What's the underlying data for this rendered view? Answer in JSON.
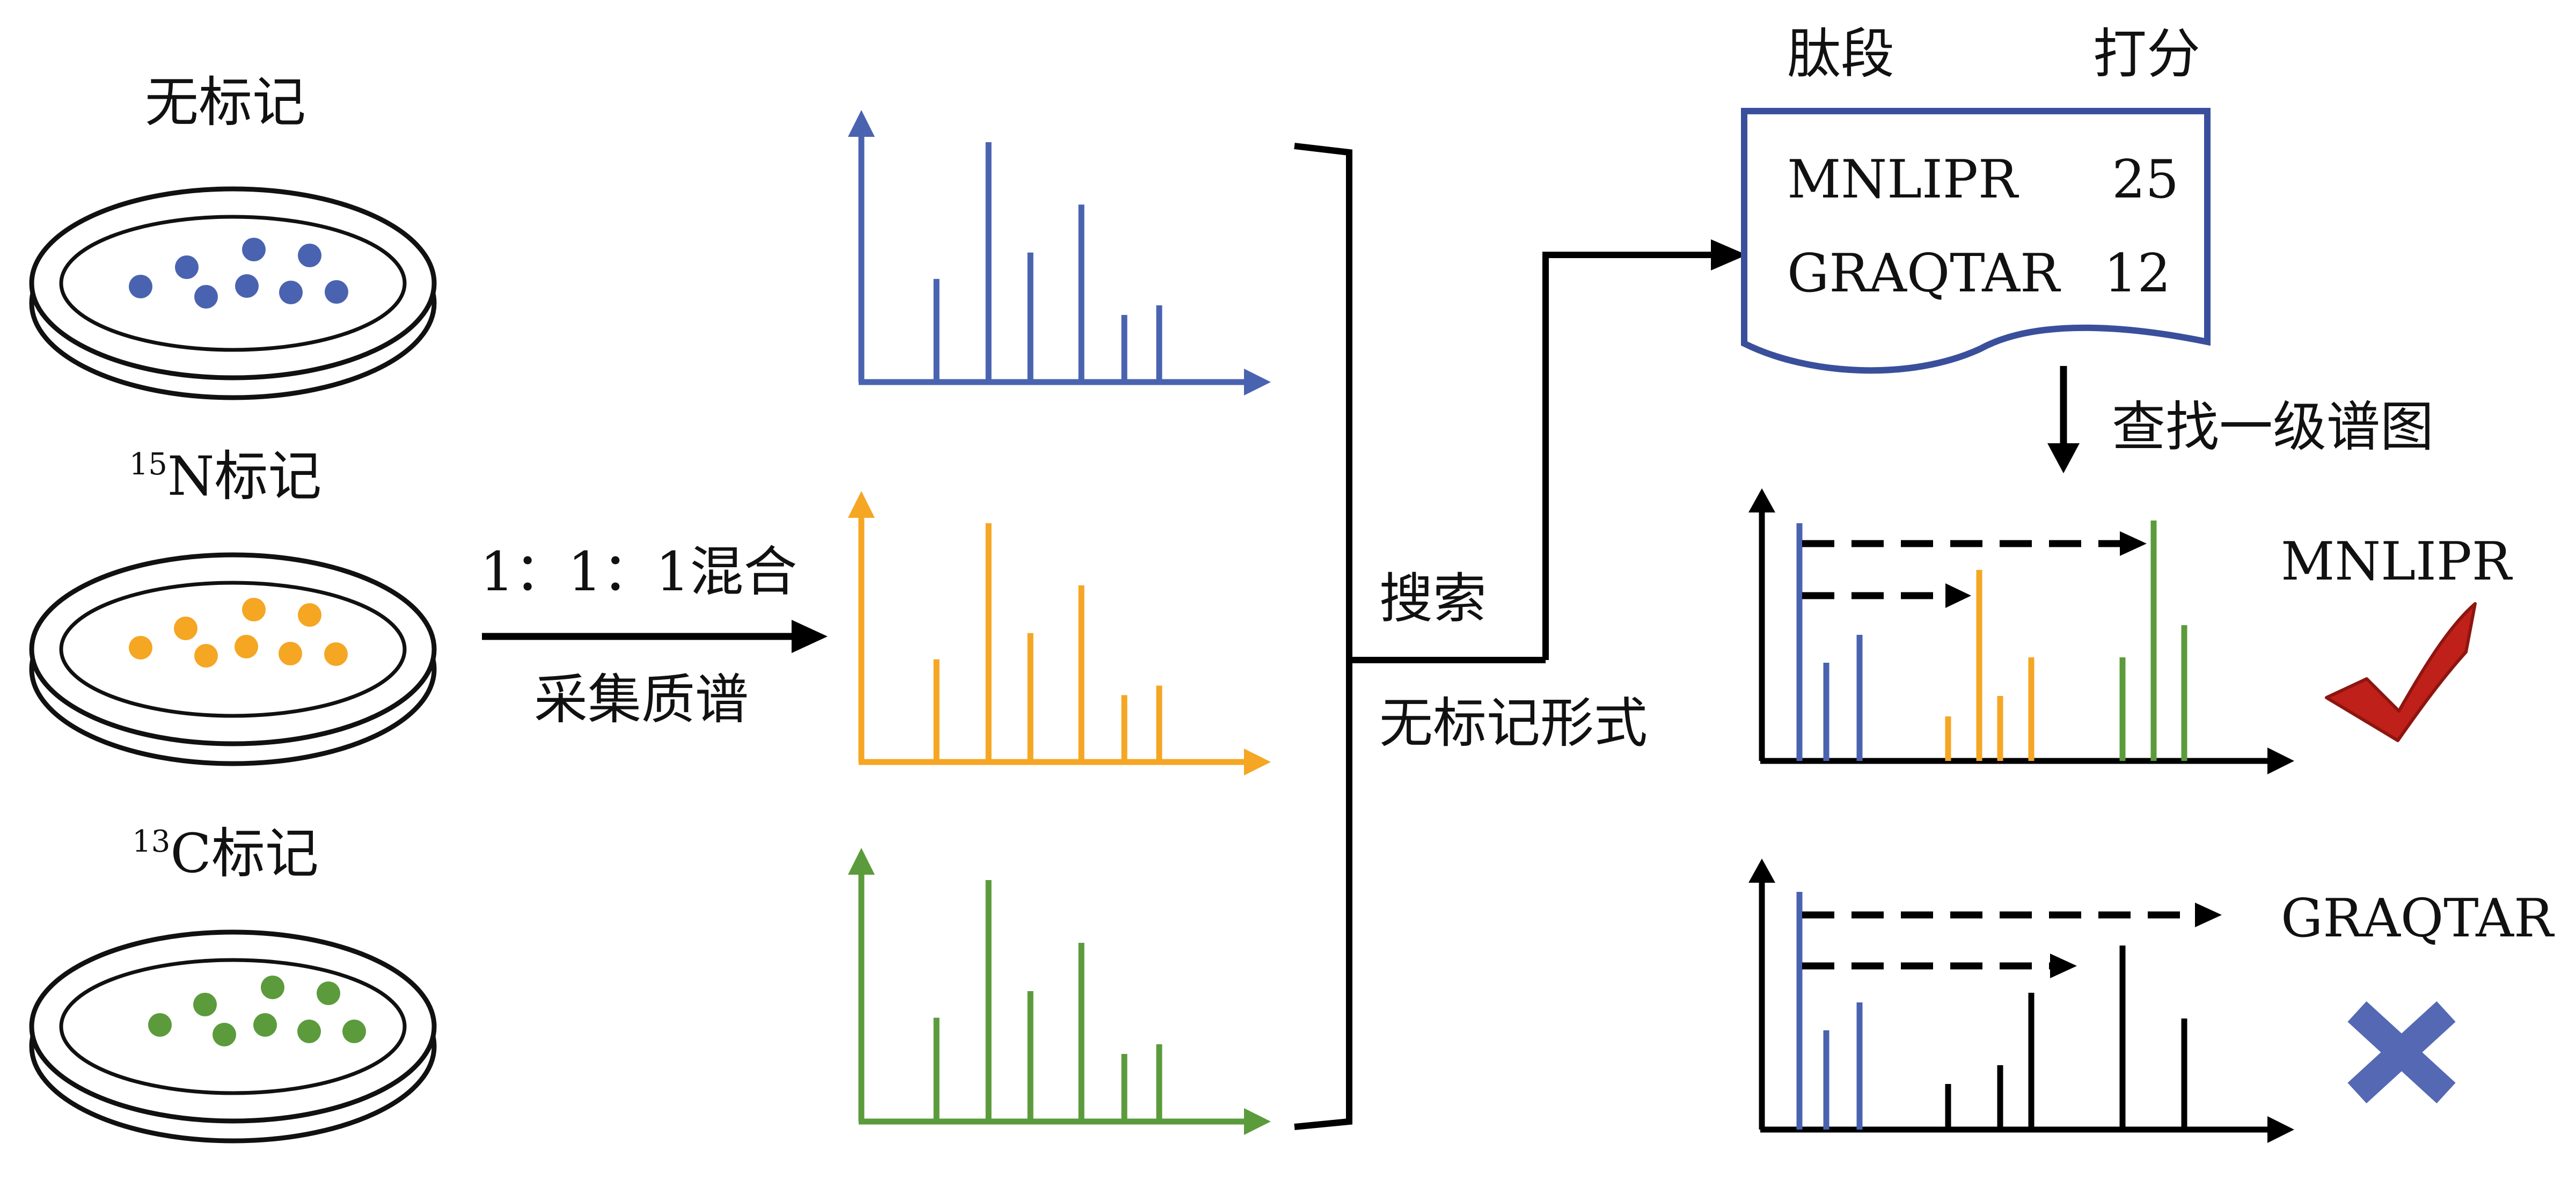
{
  "labels": {
    "unlabeled": "无标记",
    "n15_sup": "15",
    "n15_main": "N标记",
    "c13_sup": "13",
    "c13_main": "C标记",
    "ratio": "1：1：1混合",
    "collect": "采集质谱",
    "search": "搜索",
    "unlabeled_form": "无标记形式",
    "lookup": "查找一级谱图"
  },
  "table": {
    "col_peptide": "肽段",
    "col_score": "打分",
    "rows": [
      {
        "peptide": "MNLIPR",
        "score": "25"
      },
      {
        "peptide": "GRAQTAR",
        "score": "12"
      }
    ]
  },
  "results": [
    {
      "peptide": "MNLIPR",
      "verdict": "check-icon"
    },
    {
      "peptide": "GRAQTAR",
      "verdict": "cross-icon"
    }
  ],
  "colors": {
    "unlabeled": "#4a63b0",
    "n15": "#f5a623",
    "c13": "#5b9b3c",
    "heavy": "#000000",
    "check": "#c0201a",
    "cross": "#5468b4"
  },
  "spectrum_peaks": [
    0.43,
    1.0,
    0.54,
    0.74,
    0.28,
    0.32
  ]
}
